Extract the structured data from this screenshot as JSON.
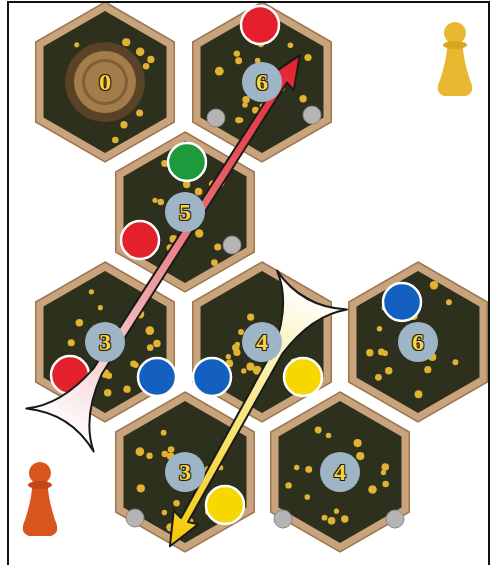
{
  "diagram": {
    "nodes": [
      {
        "text": [
          "0"
        ]
      },
      {
        "text": [
          "6"
        ]
      },
      {
        "text": [
          "5"
        ]
      },
      {
        "text": [
          "3"
        ]
      },
      {
        "text": [
          "4"
        ]
      },
      {
        "text": [
          "6"
        ]
      },
      {
        "text": [
          "3"
        ]
      },
      {
        "text": [
          "4"
        ]
      }
    ]
  }
}
